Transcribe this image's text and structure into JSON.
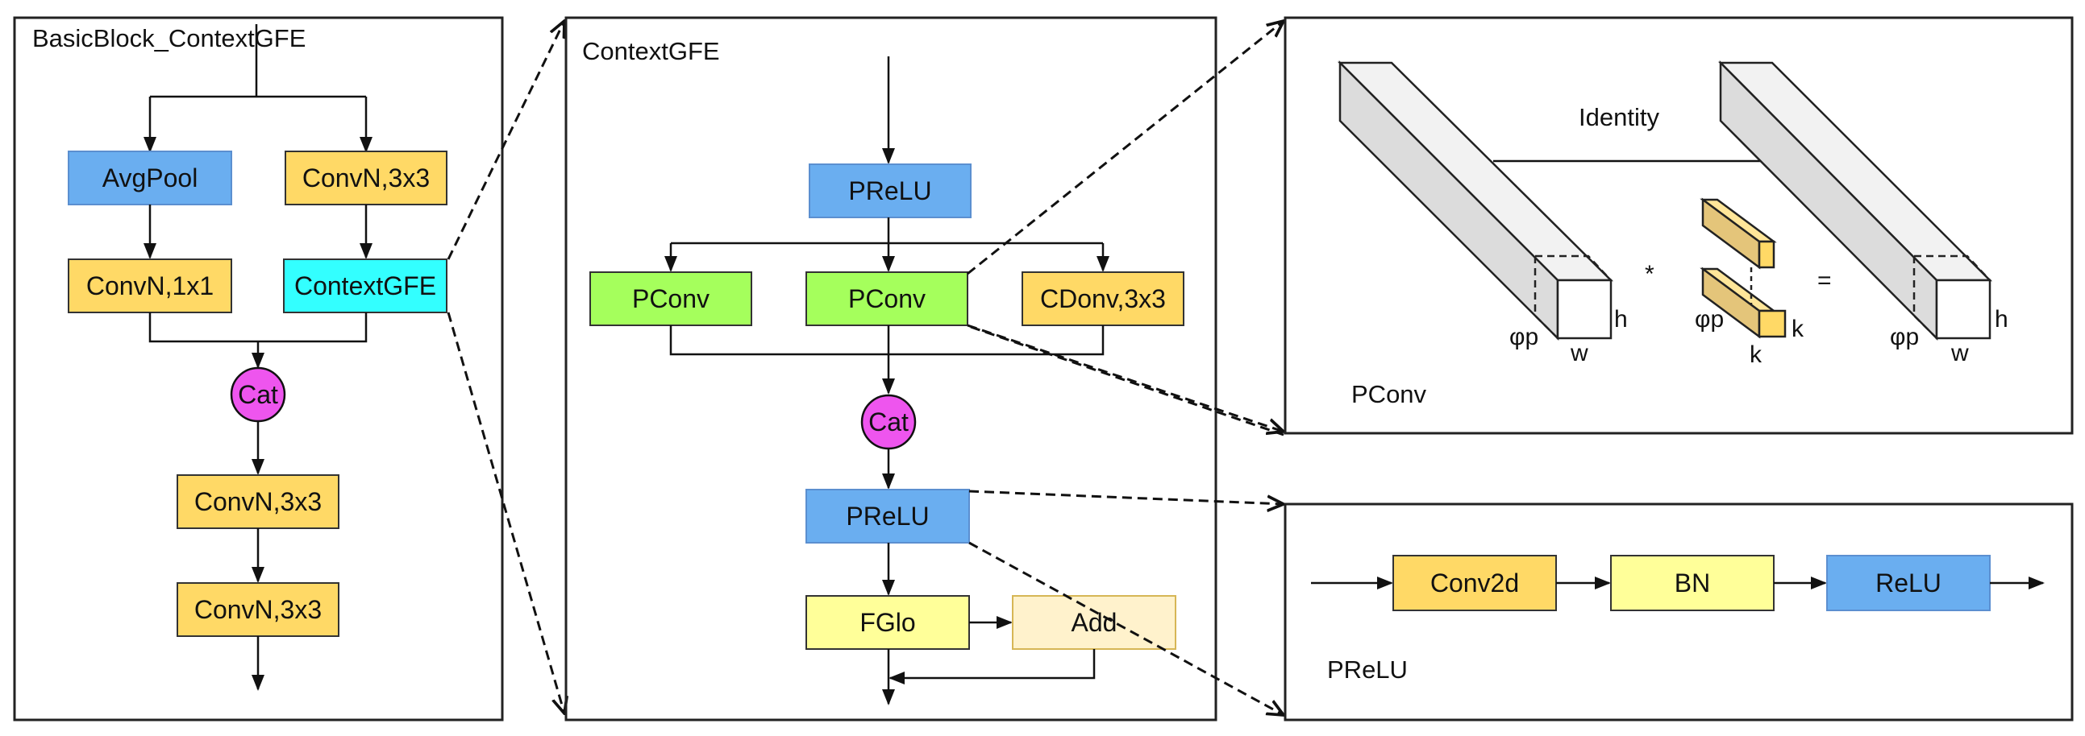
{
  "colors": {
    "orange": "#ffd966",
    "orange_stroke": "#d6a81c",
    "blue": "#6aaef0",
    "blue_stroke": "#5b8fd0",
    "green": "#a5ff5c",
    "green_stroke": "#333333",
    "cyan": "#33ffff",
    "magenta": "#ee55ee",
    "yellow": "#ffff99",
    "pale_orange": "#fff2cc",
    "pale_orange_stroke": "#d6b656"
  },
  "panel_basic": {
    "title": "BasicBlock_ContextGFE",
    "avgpool": "AvgPool",
    "conv3x3_top": "ConvN,3x3",
    "conv1x1": "ConvN,1x1",
    "contextgfe": "ContextGFE",
    "cat": "Cat",
    "conv3x3_a": "ConvN,3x3",
    "conv3x3_b": "ConvN,3x3"
  },
  "panel_context": {
    "title": "ContextGFE",
    "prelu_top": "PReLU",
    "pconv_left": "PConv",
    "pconv_mid": "PConv",
    "cdonv": "CDonv,3x3",
    "cat": "Cat",
    "prelu_mid": "PReLU",
    "fglo": "FGlo",
    "add": "Add"
  },
  "panel_pconv": {
    "title": "PConv",
    "identity": "Identity",
    "multiply": "*",
    "equals": "=",
    "left_h": "h",
    "left_w": "w",
    "left_phi": "φp",
    "kernel_phi": "φp",
    "kernel_k_side": "k",
    "kernel_k_bottom": "k",
    "right_h": "h",
    "right_w": "w",
    "right_phi": "φp"
  },
  "panel_prelu": {
    "title": "PReLU",
    "conv2d": "Conv2d",
    "bn": "BN",
    "relu": "ReLU"
  }
}
